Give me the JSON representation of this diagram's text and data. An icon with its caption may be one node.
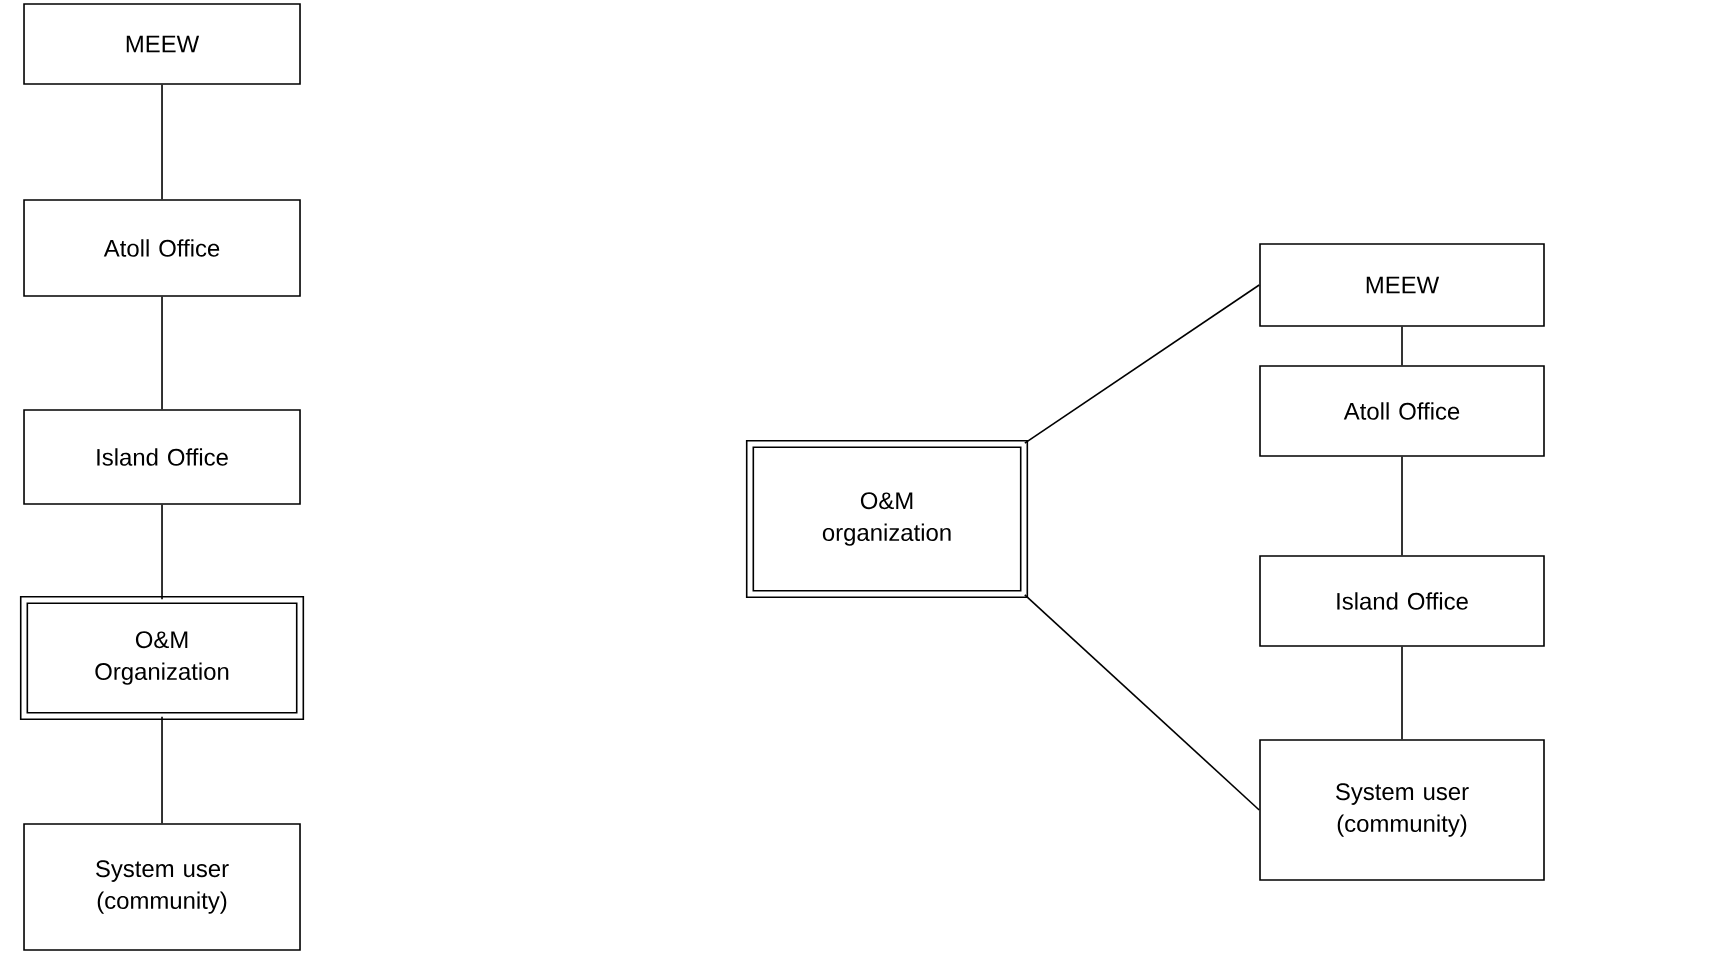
{
  "diagram": {
    "nodes": [
      {
        "text": [
          "MEEW"
        ]
      },
      {
        "text": [
          "Atoll Office"
        ]
      },
      {
        "text": [
          "Island Office"
        ]
      },
      {
        "text": [
          "O&M Organization"
        ]
      },
      {
        "text": [
          "System user (community)"
        ]
      },
      {
        "text": [
          "O&M organization"
        ]
      },
      {
        "text": [
          "MEEW"
        ]
      },
      {
        "text": [
          "Atoll Office"
        ]
      },
      {
        "text": [
          "Island Office"
        ]
      },
      {
        "text": [
          "System user (community)"
        ]
      }
    ],
    "edges": [
      {
        "from": 0,
        "to": 1,
        "arrow": "none"
      },
      {
        "from": 1,
        "to": 2,
        "arrow": "none"
      },
      {
        "from": 2,
        "to": 3,
        "arrow": "none"
      },
      {
        "from": 3,
        "to": 4,
        "arrow": "none"
      },
      {
        "from": 5,
        "to": 6,
        "arrow": "none"
      },
      {
        "from": 5,
        "to": 9,
        "arrow": "none"
      },
      {
        "from": 6,
        "to": 7,
        "arrow": "none"
      },
      {
        "from": 7,
        "to": 8,
        "arrow": "none"
      },
      {
        "from": 8,
        "to": 9,
        "arrow": "none"
      }
    ]
  }
}
